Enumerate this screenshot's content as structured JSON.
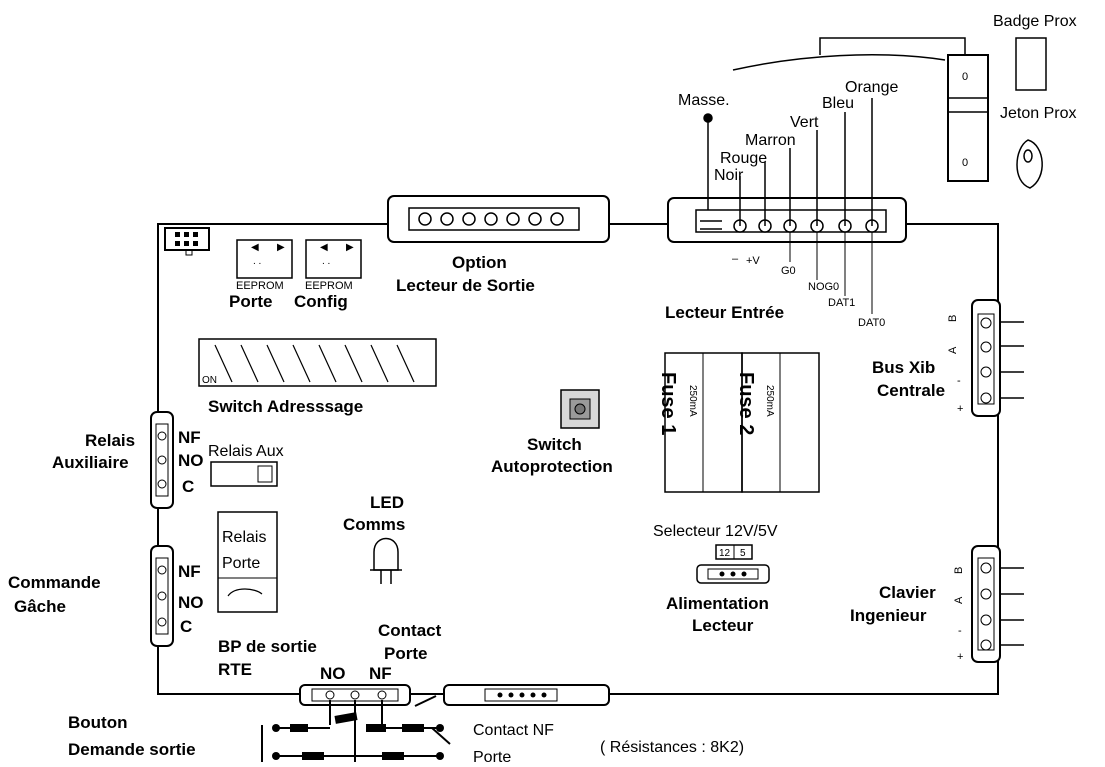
{
  "wires": {
    "title_masse": "Masse.",
    "rouge": "Rouge",
    "noir": "Noir",
    "marron": "Marron",
    "vert": "Vert",
    "bleu": "Bleu",
    "orange": "Orange"
  },
  "prox": {
    "badge": "Badge Prox",
    "jeton": "Jeton Prox"
  },
  "entry_reader": {
    "title": "Lecteur Entrée",
    "minus": "–",
    "plus_v": "+V",
    "g0a": "G0",
    "no_g0": "NOG0",
    "dat1": "DAT1",
    "dat0": "DAT0"
  },
  "exit_reader": {
    "line1": "Option",
    "line2": "Lecteur de Sortie"
  },
  "eeprom": {
    "chip_label": "EEPROM",
    "porte": "Porte",
    "config": "Config"
  },
  "switches": {
    "adressage": "Switch  Adresssage",
    "on": "ON",
    "tamper_line1": "Switch",
    "tamper_line2": "Autoprotection"
  },
  "fuses": {
    "fuse1": "Fuse 1",
    "fuse2": "Fuse 2",
    "rating": "250mA"
  },
  "relais_aux": {
    "title_line1": "Relais",
    "title_line2": "Auxiliaire",
    "nf": "NF",
    "no": "NO",
    "c": "C",
    "component": "Relais Aux"
  },
  "commande": {
    "title_line1": "Commande",
    "title_line2": "Gâche",
    "nf": "NF",
    "no": "NO",
    "c": "C",
    "relay_line1": "Relais",
    "relay_line2": "Porte"
  },
  "led": {
    "line1": "LED",
    "line2": "Comms"
  },
  "selector": {
    "label": "Selecteur 12V/5V",
    "v12": "12",
    "v5": "5",
    "power_line1": "Alimentation",
    "power_line2": "Lecteur"
  },
  "bus": {
    "line1": "Bus Xib",
    "line2": "Centrale",
    "b": "B",
    "a": "A",
    "minus": "-",
    "plus": "+"
  },
  "keypad": {
    "line1": "Clavier",
    "line2": "Ingenieur",
    "b": "B",
    "a": "A",
    "minus": "-",
    "plus": "+"
  },
  "bottom": {
    "bp_line1": "BP de sortie",
    "bp_line2": "RTE",
    "no": "NO",
    "nf": "NF",
    "contact_line1": "Contact",
    "contact_line2": "Porte",
    "bouton_line1": "Bouton",
    "bouton_line2": "Demande sortie",
    "contact_nf_line1": "Contact NF",
    "contact_nf_line2": "Porte",
    "resistances": "( Résistances : 8K2)"
  }
}
